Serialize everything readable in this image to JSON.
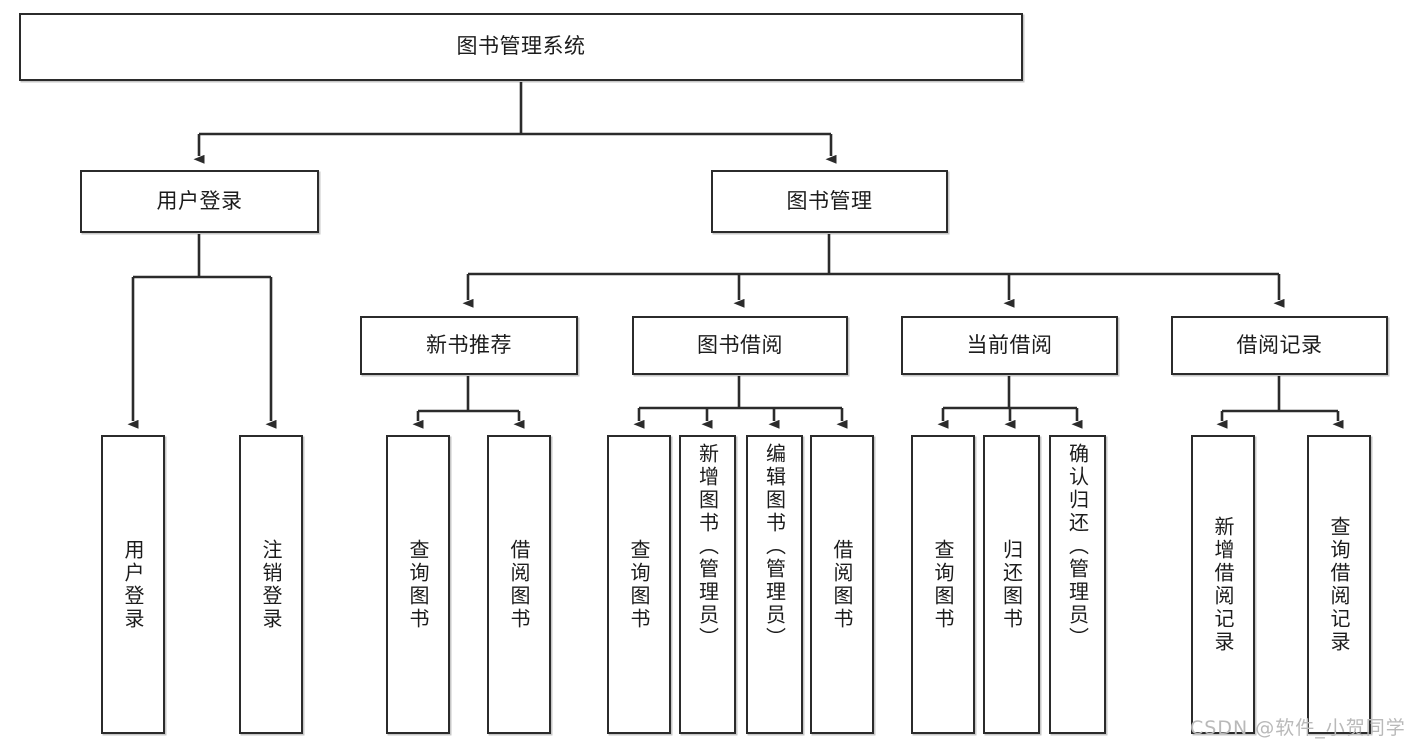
{
  "diagram": {
    "title": "图书管理系统",
    "type": "tree-hierarchy-diagram",
    "colors": {
      "node_border": "#2b2b2b",
      "node_fill": "#ffffff",
      "edge": "#2b2b2b",
      "text": "#1c1c1c",
      "watermark": "#b9b9b9",
      "background": "#ffffff"
    },
    "root": {
      "label": "图书管理系统"
    },
    "level2": [
      {
        "label": "用户登录"
      },
      {
        "label": "图书管理"
      }
    ],
    "level3": [
      {
        "label": "新书推荐"
      },
      {
        "label": "图书借阅"
      },
      {
        "label": "当前借阅"
      },
      {
        "label": "借阅记录"
      }
    ],
    "leaves": {
      "user_login": [
        {
          "label": "用户登录"
        },
        {
          "label": "注销登录"
        }
      ],
      "new_book_recommend": [
        {
          "label": "查询图书"
        },
        {
          "label": "借阅图书"
        }
      ],
      "book_borrow": [
        {
          "label": "查询图书"
        },
        {
          "label": "新增图书（管理员）"
        },
        {
          "label": "编辑图书（管理员）"
        },
        {
          "label": "借阅图书"
        }
      ],
      "current_borrow": [
        {
          "label": "查询图书"
        },
        {
          "label": "归还图书"
        },
        {
          "label": "确认归还（管理员）"
        }
      ],
      "borrow_record": [
        {
          "label": "新增借阅记录"
        },
        {
          "label": "查询借阅记录"
        }
      ]
    },
    "watermark": "CSDN @软件_小贺同学"
  }
}
